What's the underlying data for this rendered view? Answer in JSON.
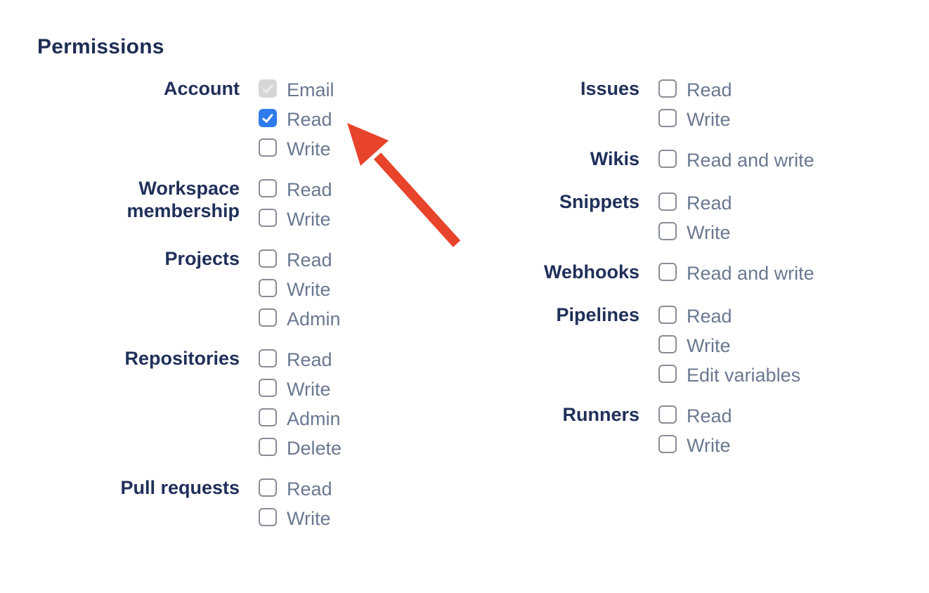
{
  "heading": "Permissions",
  "colors": {
    "heading_navy": "#1e2d55",
    "group_label_navy": "#20305a",
    "option_label_gray": "#6a7890",
    "checkbox_border_gray": "#878d96",
    "checked_blue": "#2e7ceb",
    "disabled_checkbox_bg": "#d6d6d6",
    "disabled_checkmark": "#ededed",
    "arrow_red": "#e8432b",
    "page_bg": "#ffffff"
  },
  "permissions": {
    "columns": [
      {
        "groups": [
          {
            "label": "Account",
            "options": [
              {
                "label": "Email",
                "state": "disabled_checked"
              },
              {
                "label": "Read",
                "state": "checked"
              },
              {
                "label": "Write",
                "state": "unchecked"
              }
            ]
          },
          {
            "label": "Workspace membership",
            "options": [
              {
                "label": "Read",
                "state": "unchecked"
              },
              {
                "label": "Write",
                "state": "unchecked"
              }
            ]
          },
          {
            "label": "Projects",
            "options": [
              {
                "label": "Read",
                "state": "unchecked"
              },
              {
                "label": "Write",
                "state": "unchecked"
              },
              {
                "label": "Admin",
                "state": "unchecked"
              }
            ]
          },
          {
            "label": "Repositories",
            "options": [
              {
                "label": "Read",
                "state": "unchecked"
              },
              {
                "label": "Write",
                "state": "unchecked"
              },
              {
                "label": "Admin",
                "state": "unchecked"
              },
              {
                "label": "Delete",
                "state": "unchecked"
              }
            ]
          },
          {
            "label": "Pull requests",
            "options": [
              {
                "label": "Read",
                "state": "unchecked"
              },
              {
                "label": "Write",
                "state": "unchecked"
              }
            ]
          }
        ]
      },
      {
        "groups": [
          {
            "label": "Issues",
            "options": [
              {
                "label": "Read",
                "state": "unchecked"
              },
              {
                "label": "Write",
                "state": "unchecked"
              }
            ]
          },
          {
            "label": "Wikis",
            "options": [
              {
                "label": "Read and write",
                "state": "unchecked"
              }
            ]
          },
          {
            "label": "Snippets",
            "options": [
              {
                "label": "Read",
                "state": "unchecked"
              },
              {
                "label": "Write",
                "state": "unchecked"
              }
            ]
          },
          {
            "label": "Webhooks",
            "options": [
              {
                "label": "Read and write",
                "state": "unchecked"
              }
            ]
          },
          {
            "label": "Pipelines",
            "options": [
              {
                "label": "Read",
                "state": "unchecked"
              },
              {
                "label": "Write",
                "state": "unchecked"
              },
              {
                "label": "Edit variables",
                "state": "unchecked"
              }
            ]
          },
          {
            "label": "Runners",
            "options": [
              {
                "label": "Read",
                "state": "unchecked"
              },
              {
                "label": "Write",
                "state": "unchecked"
              }
            ]
          }
        ]
      }
    ]
  },
  "annotation_arrow": {
    "points_at": "account-read-checkbox",
    "color": "#e8432b"
  }
}
